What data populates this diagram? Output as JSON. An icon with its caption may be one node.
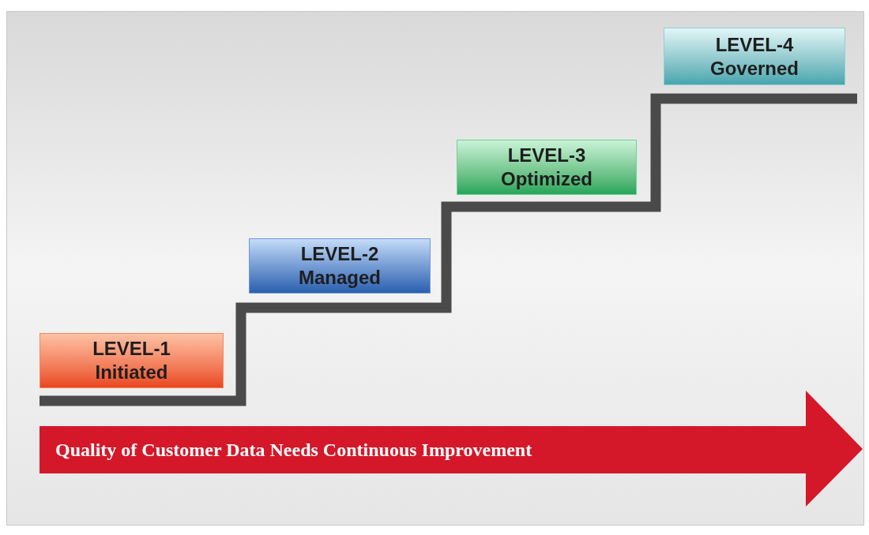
{
  "diagram": {
    "nodes": [
      {
        "text": [
          "LEVEL-1",
          "Initiated"
        ]
      },
      {
        "text": [
          "LEVEL-2",
          "Managed"
        ]
      },
      {
        "text": [
          "LEVEL-3",
          "Optimized"
        ]
      },
      {
        "text": [
          "LEVEL-4",
          "Governed"
        ]
      },
      {
        "text": [
          "Quality of Customer Data Needs Continuous Improvement"
        ]
      }
    ]
  }
}
